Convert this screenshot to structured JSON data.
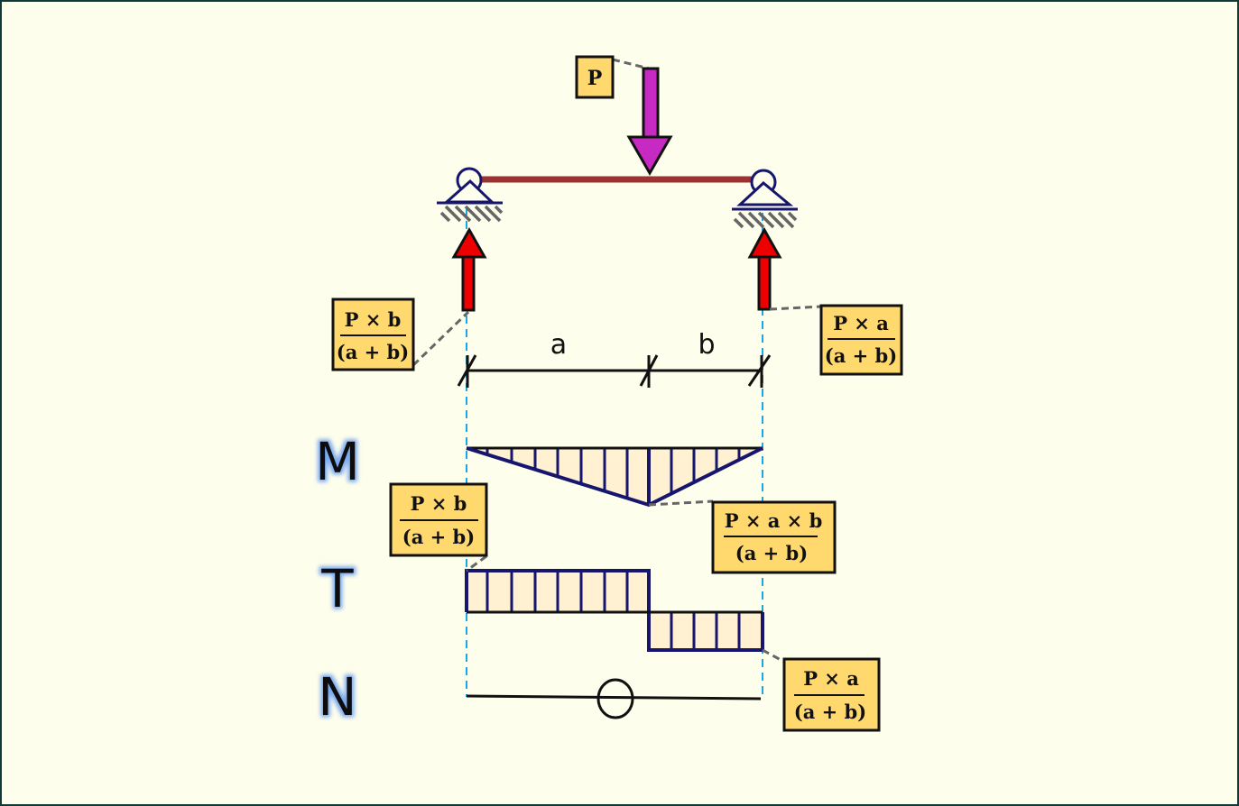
{
  "diagram": {
    "title": "Simply supported beam with a concentrated load",
    "load": {
      "label": "P",
      "color": "#c72ac2"
    },
    "beam_color": "#9c3333",
    "reaction_color": "#ee0000",
    "box_color": "#ffd96e",
    "guide_color": "#1aa8e0",
    "span_labels": {
      "a": "a",
      "b": "b"
    },
    "reaction_left": {
      "numerator": "P × b",
      "denominator": "(a + b)"
    },
    "reaction_right": {
      "numerator": "P × a",
      "denominator": "(a + b)"
    },
    "moment": {
      "label": "M",
      "max": {
        "numerator": "P × a × b",
        "denominator": "(a + b)"
      }
    },
    "shear": {
      "label": "T",
      "left": {
        "numerator": "P × b",
        "denominator": "(a + b)"
      },
      "right": {
        "numerator": "P × a",
        "denominator": "(a + b)"
      }
    },
    "normal": {
      "label": "N",
      "value_symbol": "zero-symbol"
    }
  }
}
